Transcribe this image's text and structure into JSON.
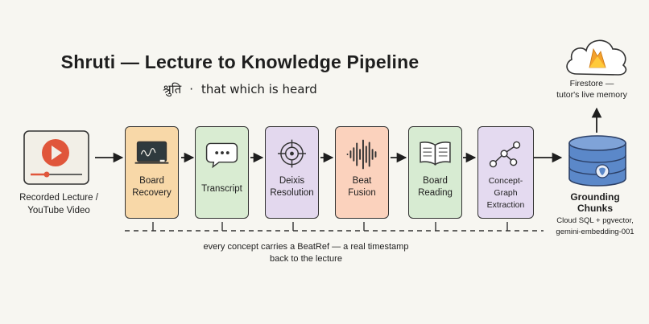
{
  "diagram": {
    "title": "Shruti — Lecture to Knowledge Pipeline",
    "subtitle_devanagari": "श्रुति",
    "subtitle_separator": "·",
    "subtitle_text": "that which is heard"
  },
  "source": {
    "label_line1": "Recorded Lecture /",
    "label_line2": "YouTube Video",
    "icon": "play-video-icon"
  },
  "stages": [
    {
      "id": "board-recovery",
      "line1": "Board",
      "line2": "Recovery",
      "icon": "chalkboard-icon",
      "fill": "#f8d8a8"
    },
    {
      "id": "transcript",
      "line1": "Transcript",
      "line2": "",
      "icon": "speech-bubble-icon",
      "fill": "#d9ecd2"
    },
    {
      "id": "deixis-resolution",
      "line1": "Deixis",
      "line2": "Resolution",
      "icon": "target-icon",
      "fill": "#e3d8ee"
    },
    {
      "id": "beat-fusion",
      "line1": "Beat",
      "line2": "Fusion",
      "icon": "waveform-icon",
      "fill": "#fbd2bd"
    },
    {
      "id": "board-reading",
      "line1": "Board",
      "line2": "Reading",
      "icon": "open-book-icon",
      "fill": "#d7ebd2"
    },
    {
      "id": "concept-graph-extraction",
      "line1": "Concept-Graph",
      "line2": "Extraction",
      "icon": "graph-nodes-icon",
      "fill": "#e4daf0"
    }
  ],
  "sink": {
    "label_line1": "Grounding",
    "label_line2": "Chunks",
    "sub_line1": "Cloud SQL + pgvector,",
    "sub_line2": "gemini-embedding-001",
    "icon": "database-icon"
  },
  "firestore": {
    "label_line1": "Firestore —",
    "label_line2": "tutor's live memory",
    "icon": "cloud-firebase-icon"
  },
  "caption": {
    "line1": "every concept carries a BeatRef — a real timestamp",
    "line2": "back to the lecture"
  },
  "colors": {
    "play_red": "#e0563b",
    "db_blue": "#5b88c9",
    "firebase_orange": "#f4a12b",
    "timeline_blue": "#7b8fc4"
  }
}
